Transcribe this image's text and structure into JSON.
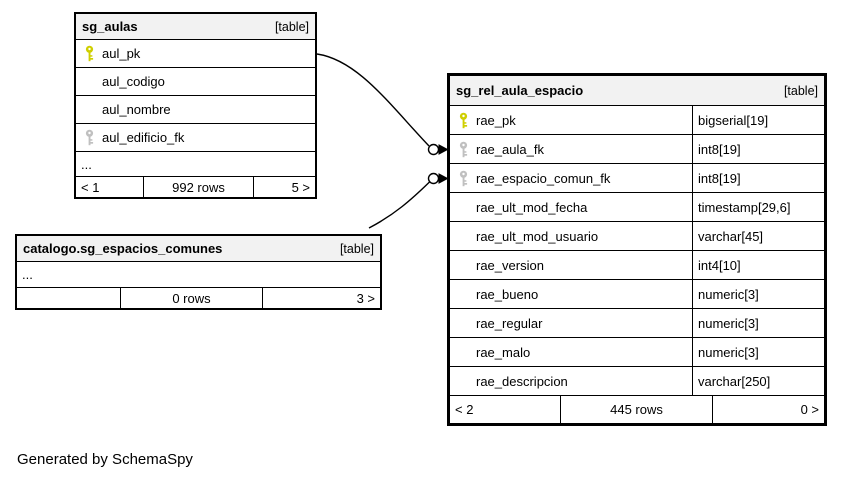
{
  "page": {
    "footer_note": "Generated by SchemaSpy",
    "background": "#ffffff"
  },
  "colors": {
    "header_bg": "#f2f2f2",
    "border": "#000000",
    "edge": "#000000",
    "primary_key": "#cfcf00",
    "foreign_key": "#c0c0c0"
  },
  "tables": [
    {
      "name": "sg_aulas",
      "badge": "[table]",
      "columns": [
        {
          "name": "aul_pk",
          "key": "primary"
        },
        {
          "name": "aul_codigo"
        },
        {
          "name": "aul_nombre"
        },
        {
          "name": "aul_edificio_fk",
          "key": "foreign"
        },
        {
          "name": "...",
          "ellipsis": true
        }
      ],
      "footer": {
        "prev": "< 1",
        "rows": "992 rows",
        "next": "5 >"
      }
    },
    {
      "name": "catalogo.sg_espacios_comunes",
      "badge": "[table]",
      "columns": [
        {
          "name": "...",
          "ellipsis": true
        }
      ],
      "footer": {
        "prev": "",
        "rows": "0 rows",
        "next": "3 >"
      }
    },
    {
      "name": "sg_rel_aula_espacio",
      "badge": "[table]",
      "columns": [
        {
          "name": "rae_pk",
          "key": "primary",
          "type": "bigserial[19]"
        },
        {
          "name": "rae_aula_fk",
          "key": "foreign",
          "type": "int8[19]"
        },
        {
          "name": "rae_espacio_comun_fk",
          "key": "foreign",
          "type": "int8[19]"
        },
        {
          "name": "rae_ult_mod_fecha",
          "type": "timestamp[29,6]"
        },
        {
          "name": "rae_ult_mod_usuario",
          "type": "varchar[45]"
        },
        {
          "name": "rae_version",
          "type": "int4[10]"
        },
        {
          "name": "rae_bueno",
          "type": "numeric[3]"
        },
        {
          "name": "rae_regular",
          "type": "numeric[3]"
        },
        {
          "name": "rae_malo",
          "type": "numeric[3]"
        },
        {
          "name": "rae_descripcion",
          "type": "varchar[250]"
        }
      ],
      "footer": {
        "prev": "< 2",
        "rows": "445 rows",
        "next": "0 >"
      }
    }
  ],
  "relationships": [
    {
      "from_table": "sg_aulas",
      "from_column": "aul_pk",
      "to_table": "sg_rel_aula_espacio",
      "to_column": "rae_aula_fk"
    },
    {
      "from_table": "catalogo.sg_espacios_comunes",
      "to_table": "sg_rel_aula_espacio",
      "to_column": "rae_espacio_comun_fk"
    }
  ]
}
